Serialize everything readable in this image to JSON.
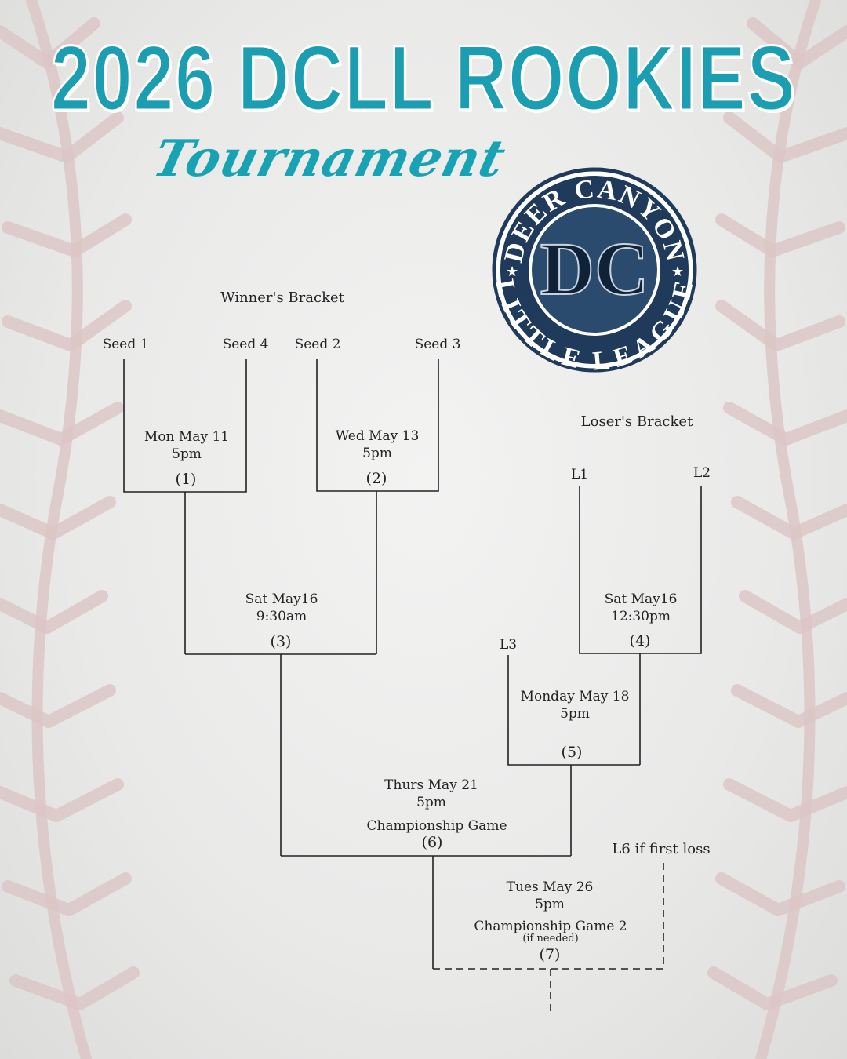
{
  "header": {
    "title": "2026 DCLL ROOKIES",
    "subtitle": "Tournament"
  },
  "logo": {
    "top_text": "DEER CANYON",
    "bottom_text": "LITTLE LEAGUE",
    "monogram": "DC"
  },
  "colors": {
    "title": "#1b9eb1",
    "logo_navy": "#1f3a5a",
    "line": "#222222",
    "seams": "#d8c3c3"
  },
  "winners_bracket": {
    "label": "Winner's Bracket",
    "seeds": [
      "Seed 1",
      "Seed 4",
      "Seed 2",
      "Seed 3"
    ],
    "games": [
      {
        "date": "Mon May 11",
        "time": "5pm",
        "number": "(1)"
      },
      {
        "date": "Wed May 13",
        "time": "5pm",
        "number": "(2)"
      },
      {
        "date": "Sat May16",
        "time": "9:30am",
        "number": "(3)"
      }
    ]
  },
  "losers_bracket": {
    "label": "Loser's Bracket",
    "slots": [
      "L1",
      "L2",
      "L3"
    ],
    "games": [
      {
        "date": "Sat May16",
        "time": "12:30pm",
        "number": "(4)"
      },
      {
        "date": "Monday May 18",
        "time": "5pm",
        "number": "(5)"
      }
    ]
  },
  "championship": {
    "date": "Thurs May 21",
    "time": "5pm",
    "title": "Championship Game",
    "number": "(6)"
  },
  "championship2": {
    "note": "L6 if first loss",
    "date": "Tues May 26",
    "time": "5pm",
    "title": "Championship Game 2",
    "if_needed": "(if needed)",
    "number": "(7)"
  }
}
